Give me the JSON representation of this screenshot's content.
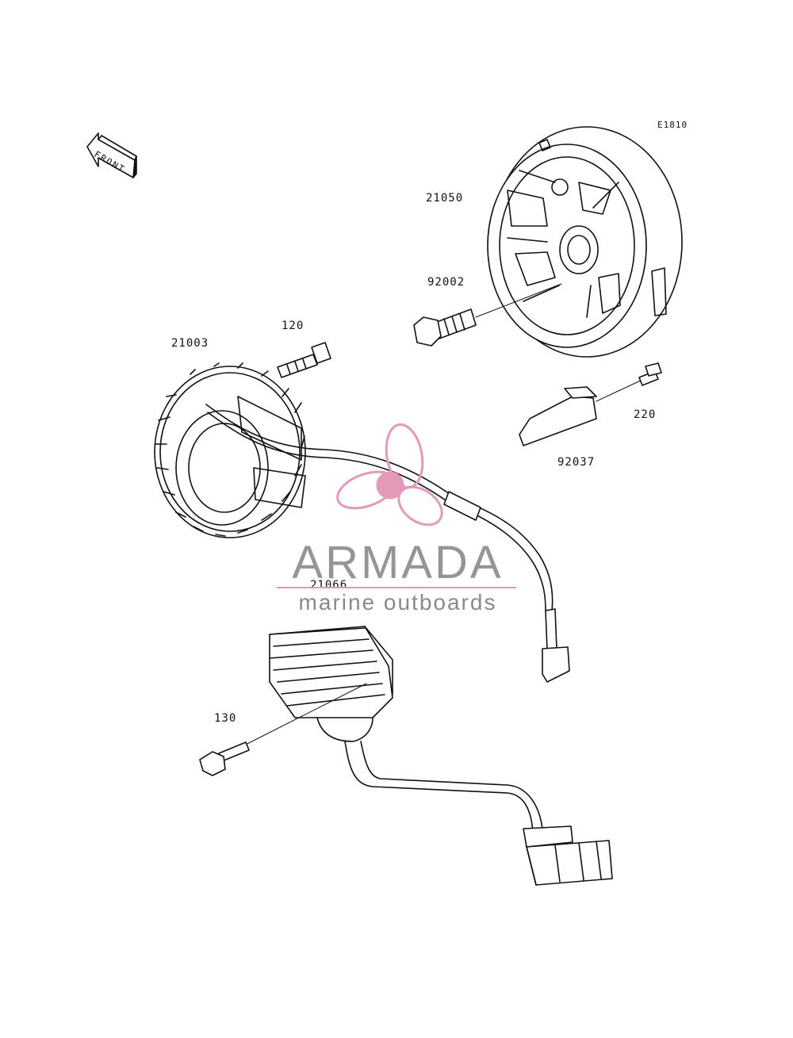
{
  "diagram": {
    "code": "E1810",
    "front_label": "FRONT",
    "parts": {
      "flywheel": "21050",
      "flywheel_bolt": "92002",
      "stator": "21003",
      "stator_screw": "120",
      "bracket": "92037",
      "bracket_bolt": "220",
      "regulator": "21066",
      "regulator_bolt": "130"
    }
  },
  "watermark": {
    "name": "ARMADA",
    "tagline": "marine outboards",
    "colors": {
      "logo": "#e39ab9",
      "text": "#8a8a8a"
    }
  }
}
